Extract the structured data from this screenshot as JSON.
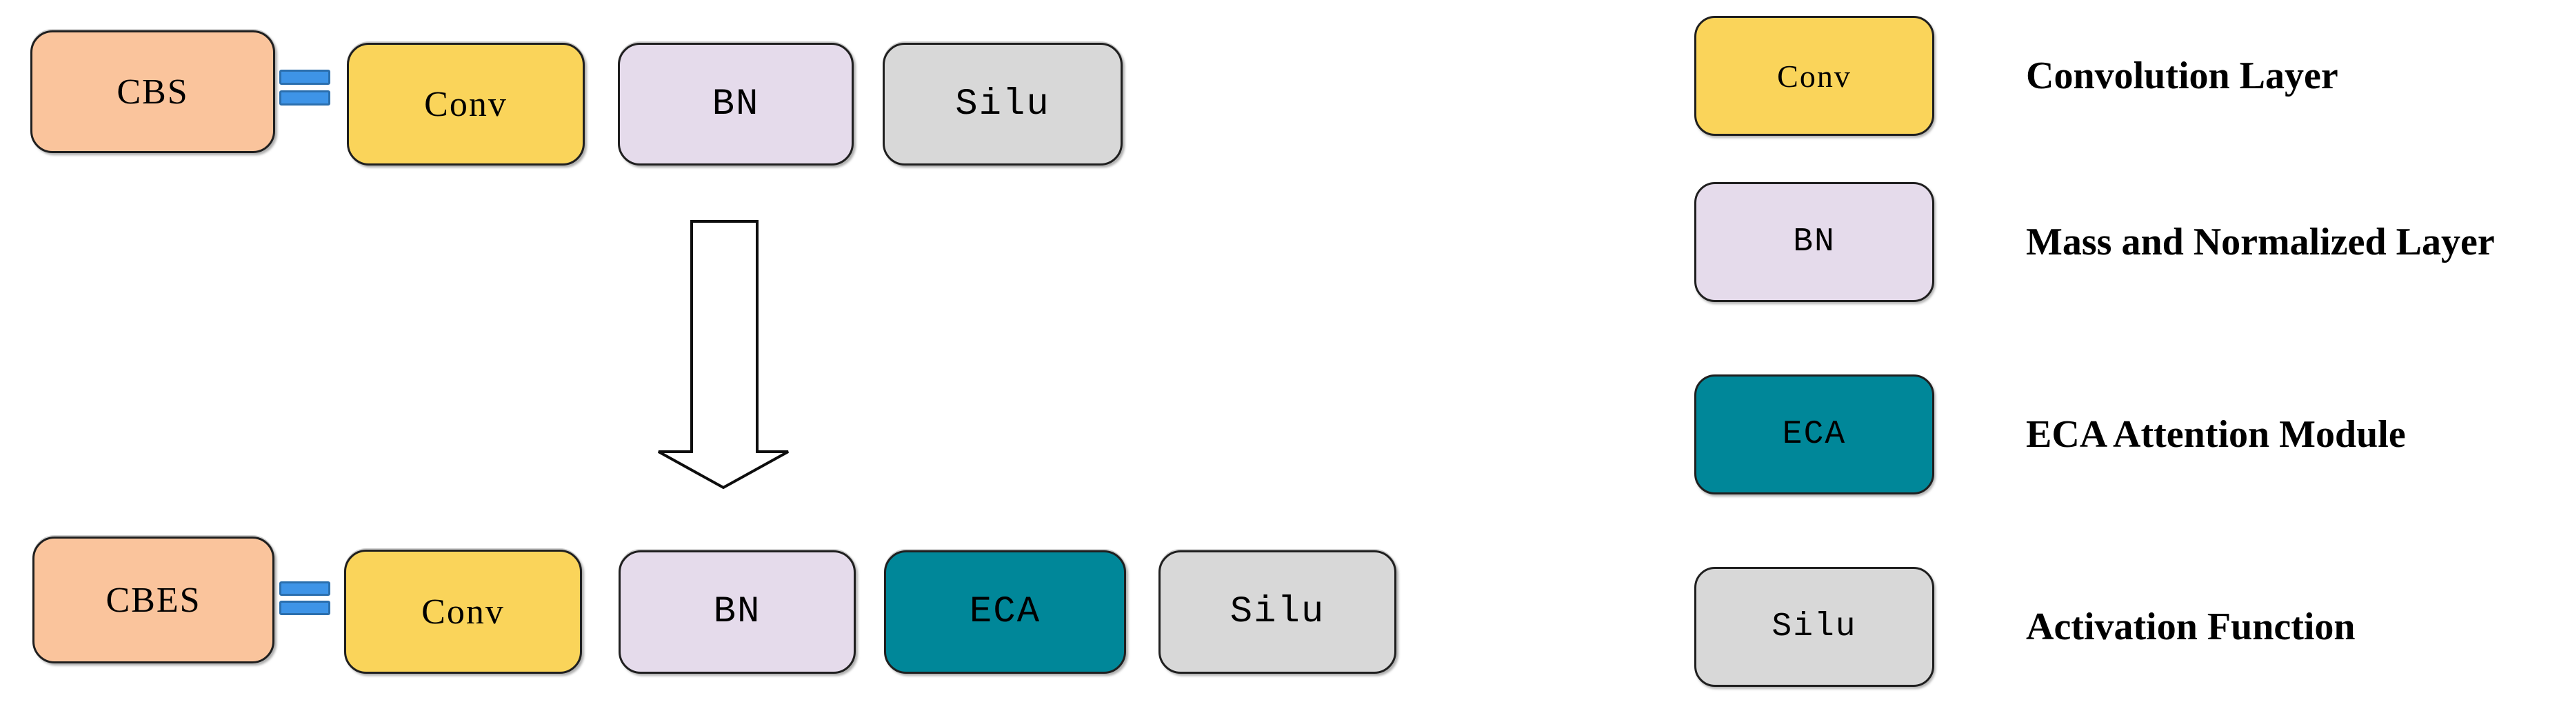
{
  "figure_kind": "module-structure-diagram",
  "top_row": {
    "module": {
      "label": "CBS"
    },
    "layers": [
      {
        "label": "Conv"
      },
      {
        "label": "BN"
      },
      {
        "label": "Silu"
      }
    ]
  },
  "transform_arrow": {
    "direction": "down"
  },
  "bottom_row": {
    "module": {
      "label": "CBES"
    },
    "layers": [
      {
        "label": "Conv"
      },
      {
        "label": "BN"
      },
      {
        "label": "ECA"
      },
      {
        "label": "Silu"
      }
    ]
  },
  "legend": {
    "items": [
      {
        "box_label": "Conv",
        "description": "Convolution Layer"
      },
      {
        "box_label": "BN",
        "description": "Mass and Normalized Layer"
      },
      {
        "box_label": "ECA",
        "description": "ECA Attention Module"
      },
      {
        "box_label": "Silu",
        "description": "Activation Function"
      }
    ]
  },
  "colors": {
    "module_fill": "#FAC49C",
    "conv_fill": "#FAD45A",
    "bn_fill": "#E5DBEB",
    "silu_fill": "#D8D8D8",
    "eca_fill": "#008799",
    "equals_fill": "#3E94E7",
    "equals_border": "#2B6FAE",
    "box_border": "#1F1F1F",
    "arrow_fill": "#FFFFFF",
    "arrow_outline": "#0D0D0D",
    "text": "#000000",
    "background": "#FFFFFF"
  }
}
